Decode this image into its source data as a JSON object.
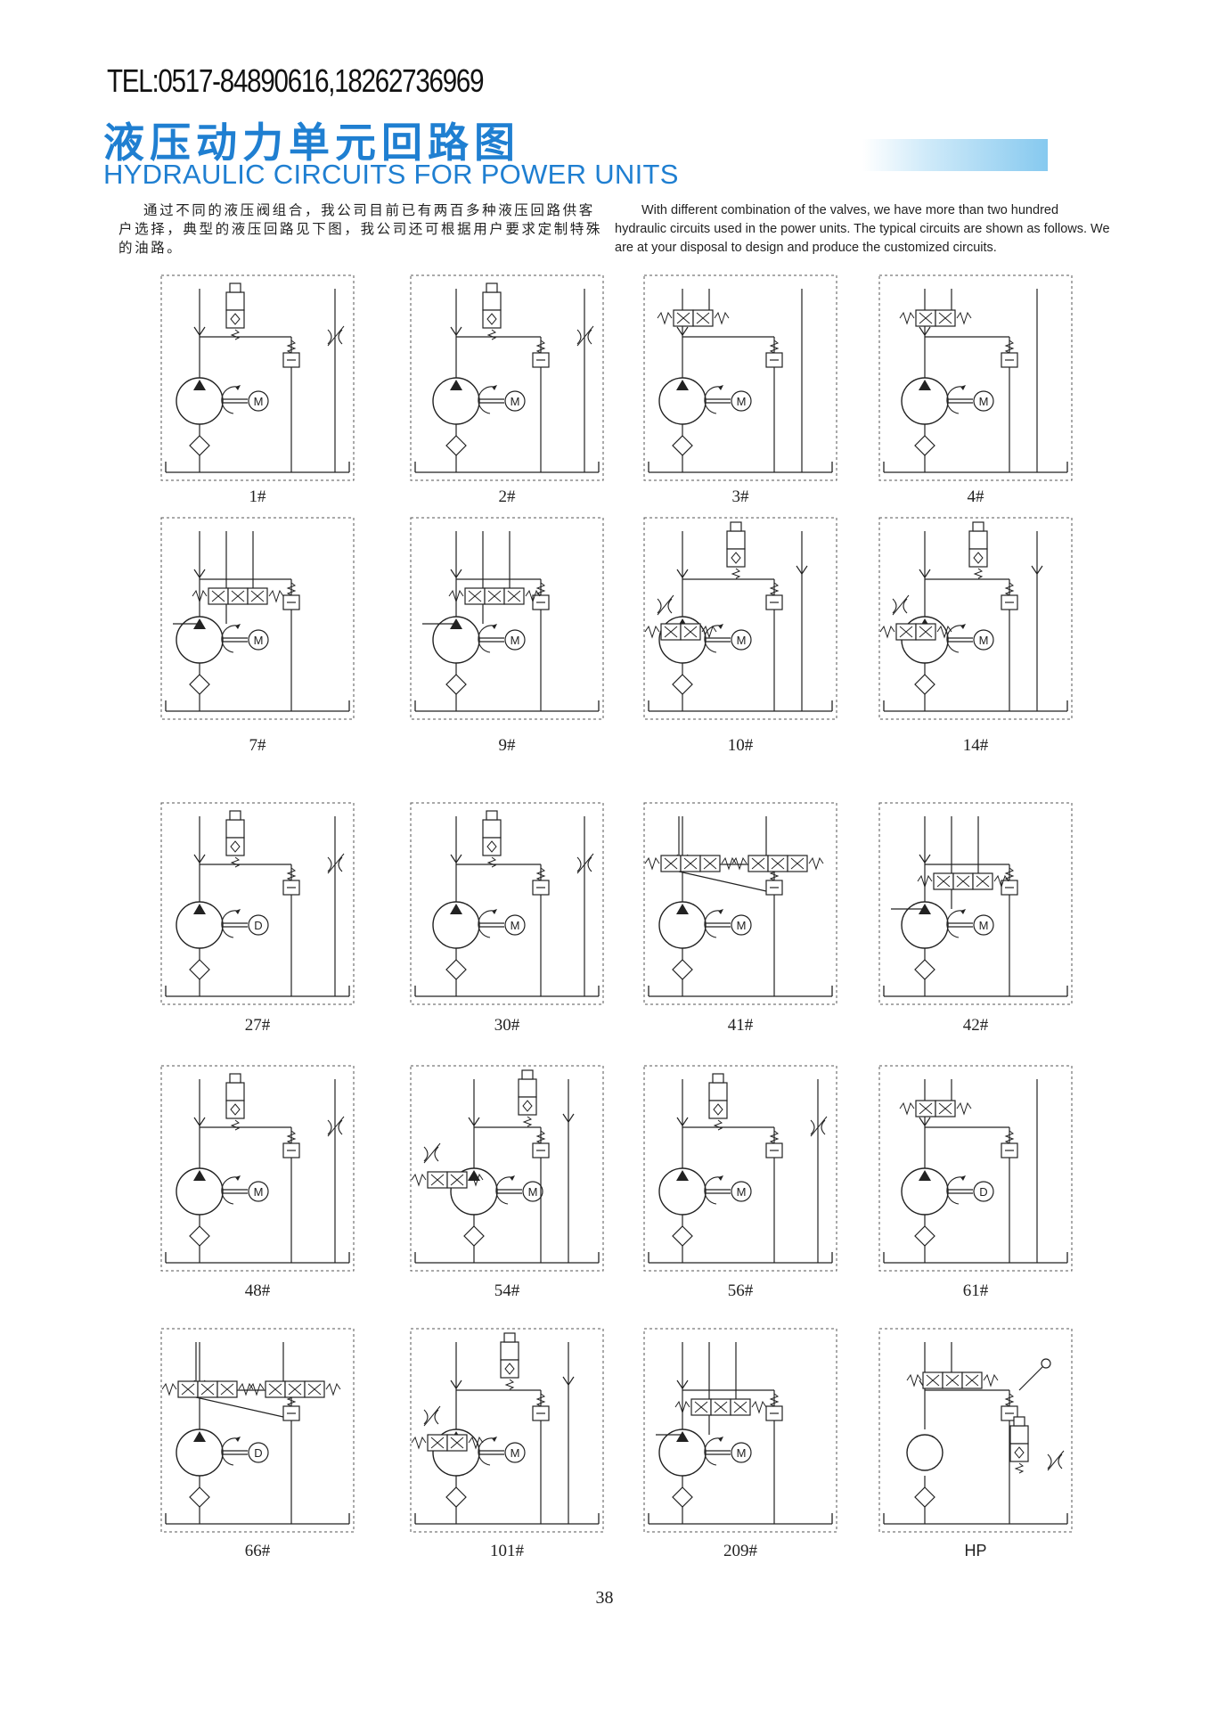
{
  "header": {
    "tel": "TEL:0517-84890616,18262736969",
    "title_cn": "液压动力单元回路图",
    "title_en": "HYDRAULIC  CIRCUITS FOR POWER UNITS"
  },
  "intro": {
    "cn": "通过不同的液压阀组合，我公司目前已有两百多种液压回路供客户选择，典型的液压回路见下图，我公司还可根据用户要求定制特殊的油路。",
    "en": "With different combination of the valves, we have more than two hundred hydraulic circuits used in the power units. The typical circuits are  shown as follows. We are at your disposal to design and produce the customized circuits."
  },
  "circuits": [
    {
      "label": "1#",
      "motor": "M",
      "valve": "solenoid"
    },
    {
      "label": "2#",
      "motor": "M",
      "valve": "solenoid"
    },
    {
      "label": "3#",
      "motor": "M",
      "valve": "directional"
    },
    {
      "label": "4#",
      "motor": "M",
      "valve": "directional"
    },
    {
      "label": "7#",
      "motor": "M",
      "valve": "three-position"
    },
    {
      "label": "9#",
      "motor": "M",
      "valve": "three-position"
    },
    {
      "label": "10#",
      "motor": "M",
      "valve": "complex"
    },
    {
      "label": "14#",
      "motor": "M",
      "valve": "complex"
    },
    {
      "label": "27#",
      "motor": "D",
      "valve": "solenoid"
    },
    {
      "label": "30#",
      "motor": "M",
      "valve": "solenoid"
    },
    {
      "label": "41#",
      "motor": "M",
      "valve": "multi-directional"
    },
    {
      "label": "42#",
      "motor": "M",
      "valve": "three-position"
    },
    {
      "label": "48#",
      "motor": "M",
      "valve": "solenoid"
    },
    {
      "label": "54#",
      "motor": "M",
      "valve": "complex"
    },
    {
      "label": "56#",
      "motor": "M",
      "valve": "solenoid"
    },
    {
      "label": "61#",
      "motor": "D",
      "valve": "directional"
    },
    {
      "label": "66#",
      "motor": "D",
      "valve": "multi-directional"
    },
    {
      "label": "101#",
      "motor": "M",
      "valve": "complex"
    },
    {
      "label": "209#",
      "motor": "M",
      "valve": "three-position"
    },
    {
      "label": "HP",
      "motor": "",
      "valve": "manual"
    }
  ],
  "footer": {
    "page_number": "38"
  },
  "colors": {
    "accent": "#1f7fd1",
    "line": "#222222"
  }
}
